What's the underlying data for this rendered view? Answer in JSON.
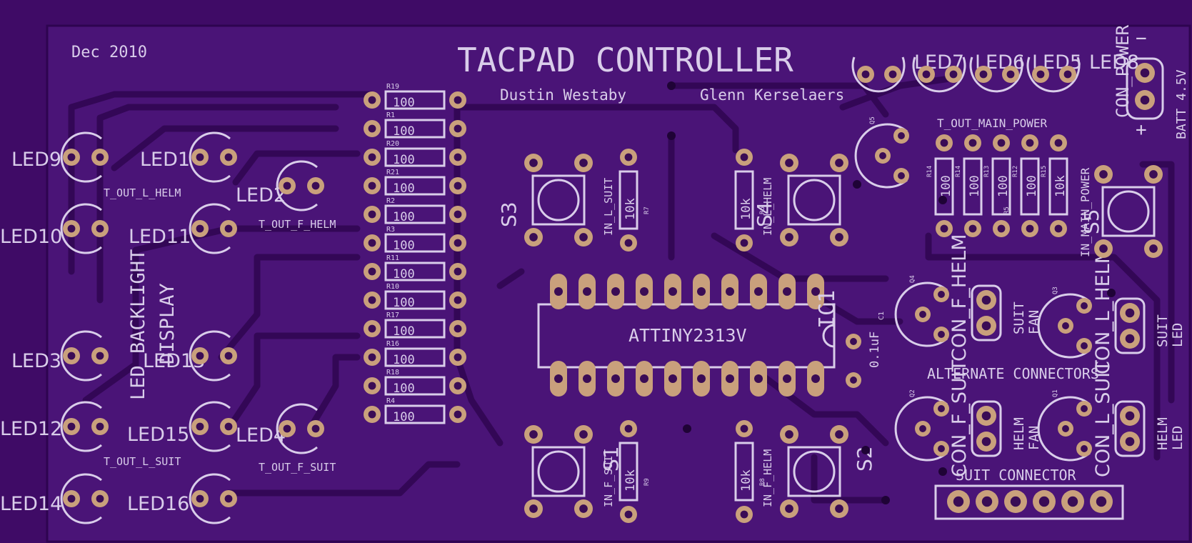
{
  "board": {
    "date": "Dec 2010",
    "title": "TACPAD CONTROLLER",
    "authors": [
      "Dustin Westaby",
      "Glenn Kerselaers"
    ],
    "ic": {
      "part": "ATTINY2313V",
      "ref": "IC1"
    },
    "capacitor": {
      "ref": "C1",
      "value": "0.1uF"
    },
    "led_display_label": [
      "LED BACKLIGHT",
      "DISPLAY"
    ],
    "section_labels": {
      "alternate": "ALTERNATE CONNECTORS",
      "suit_connector": "SUIT CONNECTOR",
      "main_power": "T_OUT_MAIN_POWER",
      "in_main_power": "IN_MAIN_POWER",
      "batt": "BATT 4.5V",
      "con_power": "CON_POWER",
      "plus": "+",
      "minus": "−"
    },
    "net_labels": {
      "l_helm": "T_OUT_L_HELM",
      "f_helm": "T_OUT_F_HELM",
      "l_suit": "T_OUT_L_SUIT",
      "f_suit": "T_OUT_F_SUIT",
      "in_l_suit": "IN_L_SUIT",
      "in_l_helm": "IN_L_HELM",
      "in_f_suit": "IN_F_SUIT",
      "in_f_helm": "IN_F_HELM"
    },
    "switches": [
      "S3",
      "S4",
      "S1",
      "S2",
      "S5"
    ],
    "leds_left": [
      "LED9",
      "LED1",
      "LED2",
      "LED10",
      "LED11",
      "LED3",
      "LED13",
      "LED12",
      "LED15",
      "LED4",
      "LED14",
      "LED16"
    ],
    "leds_top": [
      "LED7",
      "LED6",
      "LED5",
      "LED8"
    ],
    "resistor_refs": [
      "R19",
      "R1",
      "R20",
      "R21",
      "R2",
      "R3",
      "R11",
      "R10",
      "R17",
      "R16",
      "R18",
      "R4"
    ],
    "resistor_value": "100",
    "pullup_value": "10k",
    "pullup_refs": [
      "R7",
      "R6",
      "R9",
      "R8"
    ],
    "power_resistors": [
      {
        "ref": "R14",
        "value": "100"
      },
      {
        "ref": "R14",
        "value": "100"
      },
      {
        "ref": "R13",
        "value": "100"
      },
      {
        "ref": "R12",
        "value": "100"
      },
      {
        "ref": "R15",
        "value": "10k"
      }
    ],
    "r5_ref": "R5",
    "transistors": [
      "Q5",
      "Q4",
      "Q3",
      "Q2",
      "Q1"
    ],
    "connectors": [
      {
        "ref": "CON_F_HELM",
        "label": [
          "SUIT",
          "FAN"
        ]
      },
      {
        "ref": "CON_L_HELM",
        "label": [
          "SUIT",
          "LED"
        ]
      },
      {
        "ref": "CON_F_SUIT",
        "label": [
          "HELM",
          "FAN"
        ]
      },
      {
        "ref": "CON_L_SUIT",
        "label": [
          "HELM",
          "LED"
        ]
      }
    ],
    "colors": {
      "background": "#3f0b66",
      "board": "#4a1477",
      "silkscreen": "#d9cdea",
      "pad": "#c9a07c",
      "trace": "#330756"
    }
  }
}
